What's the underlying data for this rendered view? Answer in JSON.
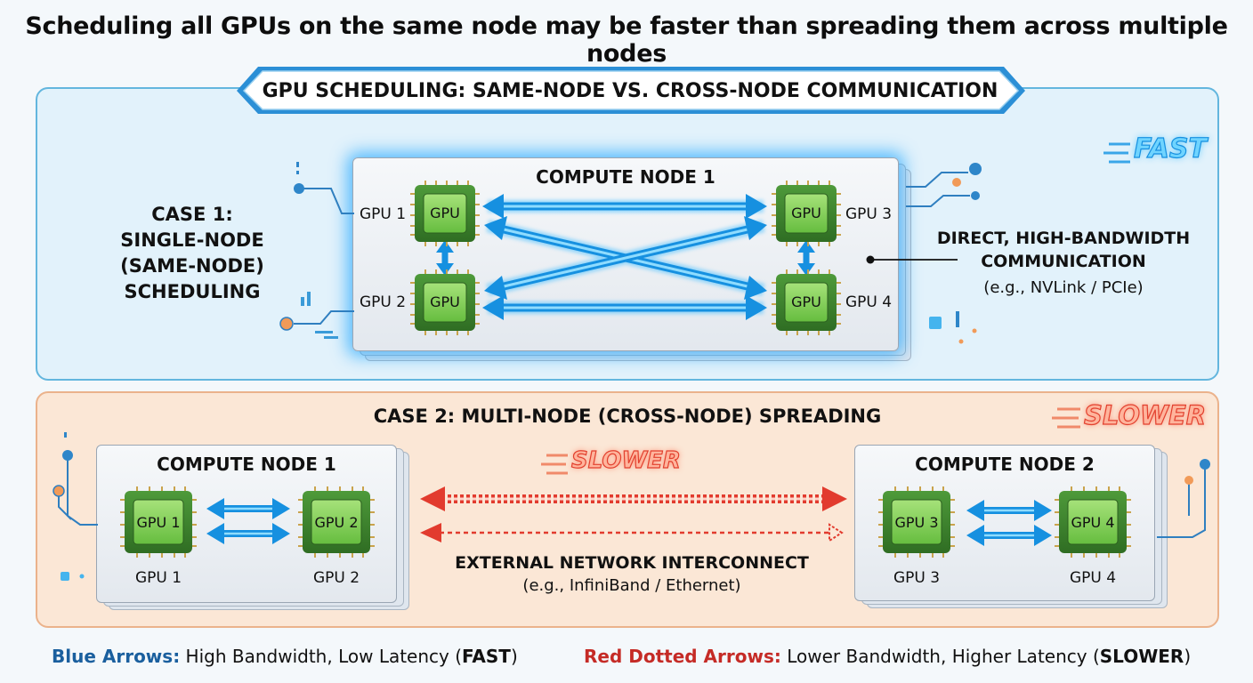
{
  "title": "Scheduling all GPUs on the same node may be faster than spreading them across multiple nodes",
  "banner": "GPU SCHEDULING: SAME-NODE VS. CROSS-NODE COMMUNICATION",
  "case1": {
    "label_lines": [
      "CASE 1:",
      "SINGLE-NODE",
      "(SAME-NODE)",
      "SCHEDULING"
    ],
    "speed_tag": "FAST",
    "node_title": "COMPUTE NODE 1",
    "chip_text": "GPU",
    "gpu_labels": [
      "GPU 1",
      "GPU 2",
      "GPU 3",
      "GPU 4"
    ],
    "comm_title_lines": [
      "DIRECT, HIGH-BANDWIDTH",
      "COMMUNICATION"
    ],
    "comm_example": "(e.g., NVLink / PCIe)"
  },
  "case2": {
    "title": "CASE 2: MULTI-NODE (CROSS-NODE) SPREADING",
    "speed_tag": "SLOWER",
    "mid_tag": "SLOWER",
    "node1_title": "COMPUTE NODE 1",
    "node2_title": "COMPUTE NODE 2",
    "chip_texts": [
      "GPU 1",
      "GPU 2",
      "GPU 3",
      "GPU 4"
    ],
    "gpu_labels": [
      "GPU 1",
      "GPU 2",
      "GPU 3",
      "GPU 4"
    ],
    "network_title": "EXTERNAL NETWORK INTERCONNECT",
    "network_example": "(e.g., InfiniBand / Ethernet)"
  },
  "legend": {
    "blue_key": "Blue Arrows:",
    "blue_desc": " High Bandwidth, Low Latency (",
    "blue_speed": "FAST",
    "blue_close": ")",
    "red_key": "Red Dotted Arrows:",
    "red_desc": " Lower Bandwidth, Higher Latency (",
    "red_speed": "SLOWER",
    "red_close": ")"
  },
  "colors": {
    "fast_accent": "#1690e0",
    "slow_accent": "#e2402e",
    "gpu_green": "#6cc24a",
    "case1_bg": "#e2f2fb",
    "case2_bg": "#fbe7d6"
  }
}
